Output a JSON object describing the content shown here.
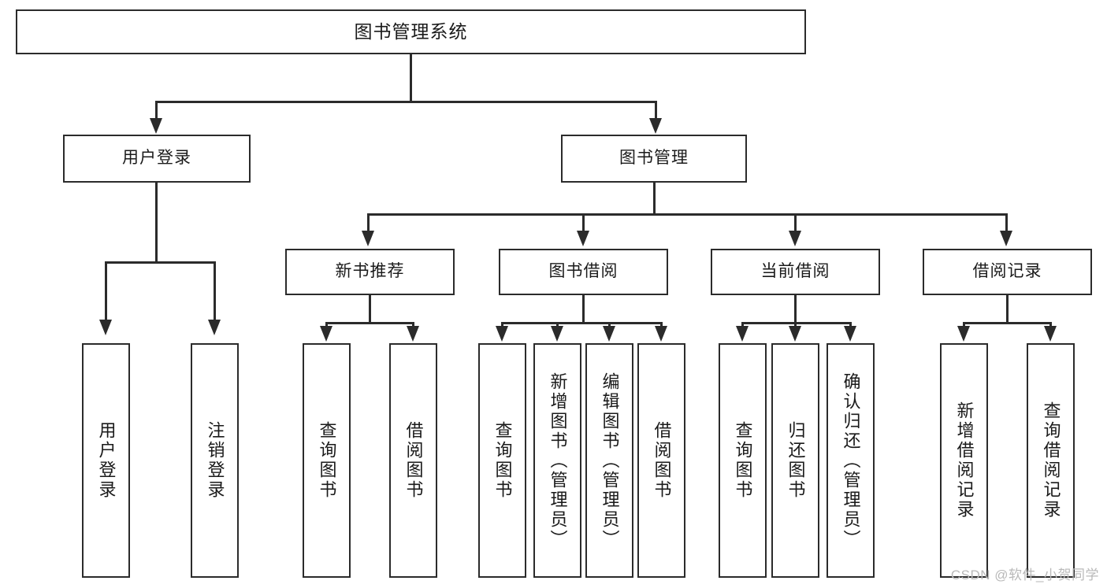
{
  "diagram": {
    "title": "图书管理系统",
    "type": "tree",
    "watermark": "CSDN @软件_小贺同学",
    "colors": {
      "stroke": "#2b2b2b",
      "fill": "#ffffff",
      "text": "#1a1a1a",
      "watermark": "#b9b9b9"
    },
    "nodes": {
      "root": {
        "label": "图书管理系统",
        "level": 0
      },
      "l1": [
        {
          "id": "user-login",
          "label": "用户登录",
          "level": 1
        },
        {
          "id": "book-manage",
          "label": "图书管理",
          "level": 1
        }
      ],
      "l2": [
        {
          "id": "new-book-recommend",
          "label": "新书推荐",
          "level": 2,
          "parent": "book-manage"
        },
        {
          "id": "book-borrow",
          "label": "图书借阅",
          "level": 2,
          "parent": "book-manage"
        },
        {
          "id": "current-borrow",
          "label": "当前借阅",
          "level": 2,
          "parent": "book-manage"
        },
        {
          "id": "borrow-record",
          "label": "借阅记录",
          "level": 2,
          "parent": "book-manage"
        }
      ],
      "leaves": {
        "user_login": [
          {
            "id": "leaf-user-login",
            "label": "用户登录"
          },
          {
            "id": "leaf-logout-login",
            "label": "注销登录"
          }
        ],
        "new_book_recommend": [
          {
            "id": "leaf-query-book-1",
            "label": "查询图书"
          },
          {
            "id": "leaf-borrow-book-1",
            "label": "借阅图书"
          }
        ],
        "book_borrow": [
          {
            "id": "leaf-query-book-2",
            "label": "查询图书"
          },
          {
            "id": "leaf-add-book",
            "label": "新增图书（管理员）"
          },
          {
            "id": "leaf-edit-book",
            "label": "编辑图书（管理员）"
          },
          {
            "id": "leaf-borrow-book-2",
            "label": "借阅图书"
          }
        ],
        "current_borrow": [
          {
            "id": "leaf-query-book-3",
            "label": "查询图书"
          },
          {
            "id": "leaf-return-book",
            "label": "归还图书"
          },
          {
            "id": "leaf-confirm-return",
            "label": "确认归还（管理员）"
          }
        ],
        "borrow_record": [
          {
            "id": "leaf-add-record",
            "label": "新增借阅记录"
          },
          {
            "id": "leaf-query-record",
            "label": "查询借阅记录"
          }
        ]
      }
    }
  }
}
